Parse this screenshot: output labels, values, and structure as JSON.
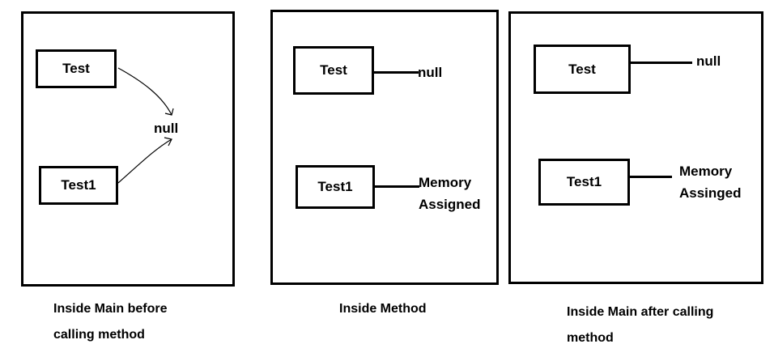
{
  "panels": [
    {
      "boxes": [
        "Test",
        "Test1"
      ],
      "shared_target": "null",
      "caption": [
        "Inside Main before",
        "calling method"
      ]
    },
    {
      "boxes": [
        "Test",
        "Test1"
      ],
      "targets": [
        "null",
        [
          "Memory",
          "Assigned"
        ]
      ],
      "caption": [
        "Inside Method"
      ]
    },
    {
      "boxes": [
        "Test",
        "Test1"
      ],
      "targets": [
        "null",
        [
          "Memory",
          "Assinged"
        ]
      ],
      "caption": [
        "Inside Main after calling",
        "method"
      ]
    }
  ]
}
